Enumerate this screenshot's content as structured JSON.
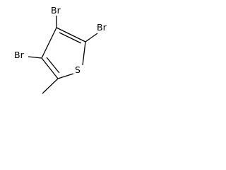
{
  "molecule": {
    "atoms": {
      "br_top": "Br",
      "br_right": "Br",
      "br_left": "Br",
      "sulfur": "S"
    }
  }
}
